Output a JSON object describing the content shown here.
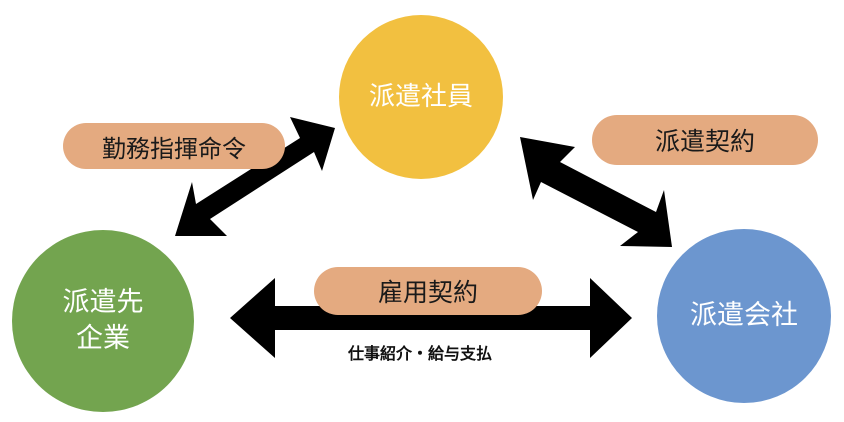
{
  "nodes": {
    "staff": {
      "lines": [
        "派遣社員"
      ],
      "color": "#f2c040"
    },
    "client": {
      "lines": [
        "派遣先",
        "企業"
      ],
      "color": "#73a44f"
    },
    "agency": {
      "lines": [
        "派遣会社"
      ],
      "color": "#6c96cf"
    }
  },
  "labels": {
    "command": "勤務指揮命令",
    "dispatch_contract": "派遣契約",
    "employment_contract": "雇用契約",
    "services": "仕事紹介・給与支払"
  },
  "colors": {
    "pill": "#e4aa80",
    "arrow": "#000000"
  }
}
